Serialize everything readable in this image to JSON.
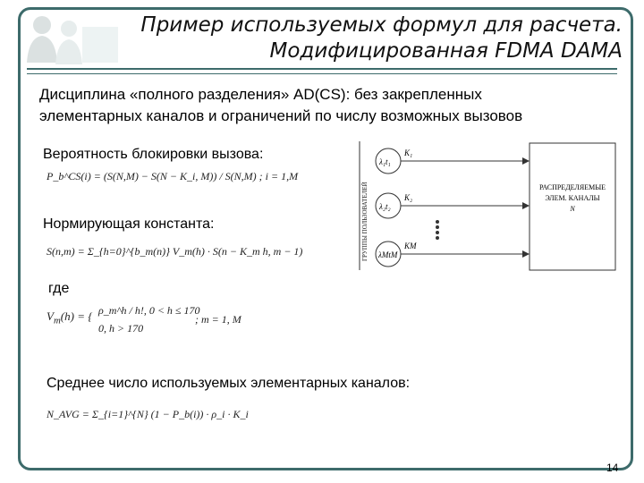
{
  "title": {
    "line1": "Пример используемых формул для расчета.",
    "line2": "Модифицированная FDMA DAMA"
  },
  "intro": {
    "line1": "Дисциплина «полного разделения» AD(CS): без закрепленных",
    "line2": "элементарных каналов и ограничений по числу возможных вызовов"
  },
  "labels": {
    "blocking": "Вероятность блокировки вызова:",
    "norm": "Нормирующая константа:",
    "where": "где",
    "avg": "Среднее число используемых элементарных каналов:"
  },
  "formulas": {
    "blocking": "P_b^CS(i) = (S(N,M) − S(N − K_i, M)) / S(N,M) ;  i = 1,M",
    "norm": "S(n,m) = Σ_{h=0}^{b_m(n)} V_m(h) · S(n − K_m h, m − 1)",
    "vm_case1": "ρ_m^h / h!,   0 < h ≤ 170",
    "vm_case2": "0,   h > 170",
    "vm_tail": "; m = 1, M",
    "avg": "N_AVG = Σ_{i=1}^{N} (1 − P_b(i)) · ρ_i · K_i"
  },
  "diagram": {
    "side_label": "ГРУППЫ ПОЛЬЗОВАТЕЛЕЙ",
    "nodes": [
      "λ₁t₁",
      "λ₂t₂",
      "λMtM"
    ],
    "k_labels": [
      "K₁",
      "K₂",
      "KM"
    ],
    "box_line1": "РАСПРЕДЕЛЯЕМЫЕ",
    "box_line2": "ЭЛЕМ. КАНАЛЫ",
    "box_line3": "N"
  },
  "page_number": "14",
  "colors": {
    "frame": "#3d6b6b"
  }
}
